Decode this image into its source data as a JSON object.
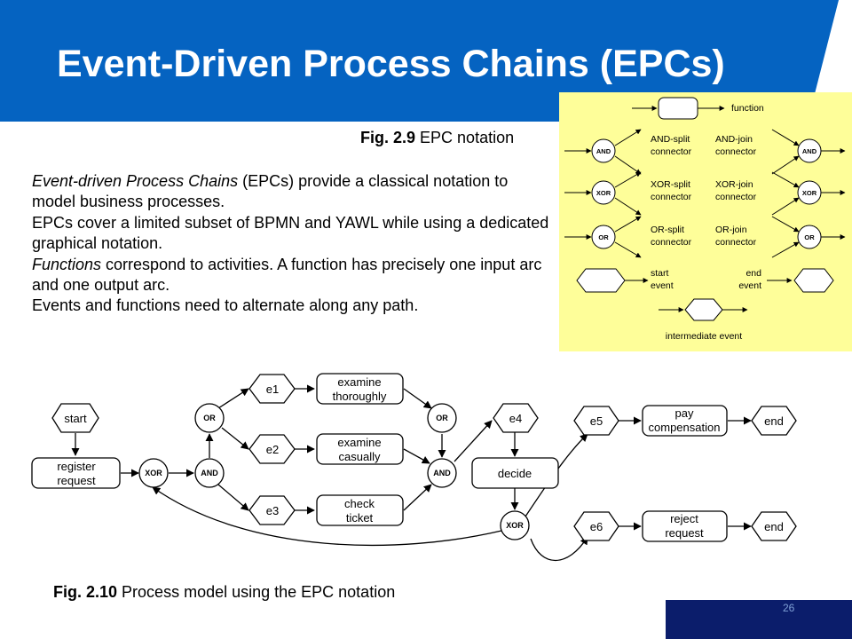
{
  "slide": {
    "title": "Event-Driven Process Chains (EPCs)",
    "page_number": "26",
    "colors": {
      "header_blue": "#0563c1",
      "footer_navy": "#0b1d6b",
      "notation_bg": "#fefe99"
    }
  },
  "fig29": {
    "label": "Fig. 2.9",
    "caption": "EPC notation",
    "labels": {
      "function": "function",
      "and_split": [
        "AND-split",
        "connector"
      ],
      "and_join": [
        "AND-join",
        "connector"
      ],
      "xor_split": [
        "XOR-split",
        "connector"
      ],
      "xor_join": [
        "XOR-join",
        "connector"
      ],
      "or_split": [
        "OR-split",
        "connector"
      ],
      "or_join": [
        "OR-join",
        "connector"
      ],
      "start_event": [
        "start",
        "event"
      ],
      "end_event": [
        "end",
        "event"
      ],
      "intermediate_event": "intermediate event",
      "and": "AND",
      "xor": "XOR",
      "or": "OR"
    }
  },
  "body": {
    "p1_italic": "Event-driven Process Chains",
    "p1_rest": " (EPCs) provide a classical notation to model business processes.",
    "p2": "EPCs cover a limited subset of BPMN and YAWL while using a dedicated graphical notation.",
    "p3_italic": "Functions",
    "p3_rest": " correspond to activities. A function has precisely one input arc and one output arc.",
    "p4": "Events and functions need to alternate along any path."
  },
  "fig210": {
    "label": "Fig. 2.10",
    "caption": "Process model using the EPC notation",
    "nodes": {
      "start": "start",
      "register": [
        "register",
        "request"
      ],
      "xor1": "XOR",
      "and1": "AND",
      "or1": "OR",
      "e1": "e1",
      "e2": "e2",
      "e3": "e3",
      "examine_thoroughly": [
        "examine",
        "thoroughly"
      ],
      "examine_casually": [
        "examine",
        "casually"
      ],
      "check_ticket": [
        "check",
        "ticket"
      ],
      "or2": "OR",
      "and2": "AND",
      "e4": "e4",
      "decide": "decide",
      "xor2": "XOR",
      "e5": "e5",
      "e6": "e6",
      "pay_compensation": [
        "pay",
        "compensation"
      ],
      "reject_request": [
        "reject",
        "request"
      ],
      "end1": "end",
      "end2": "end"
    }
  }
}
